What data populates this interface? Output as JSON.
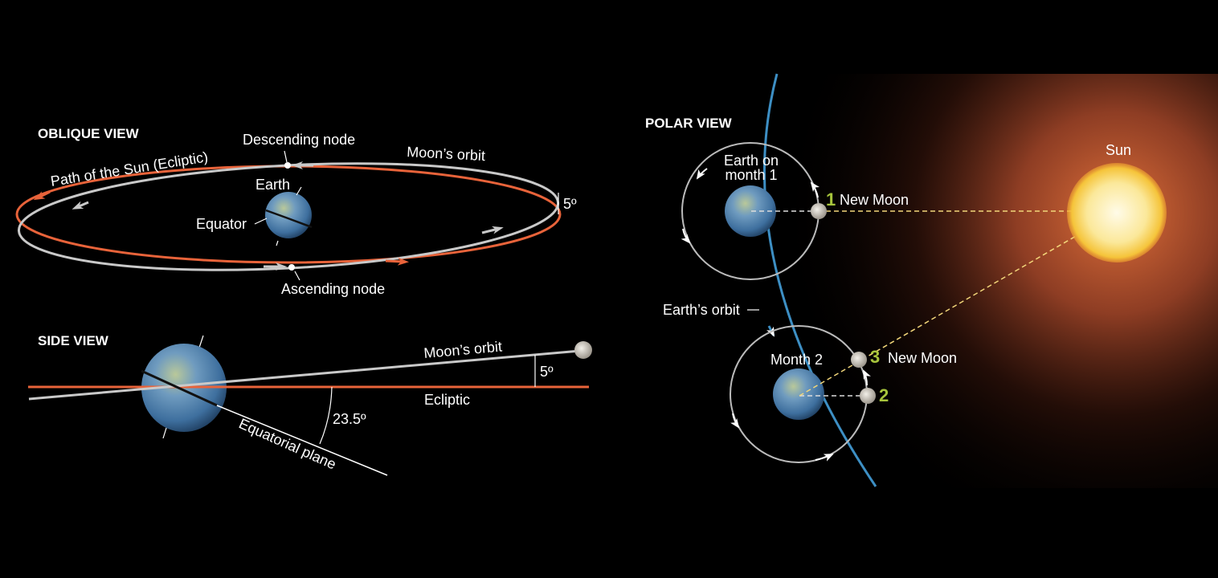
{
  "colors": {
    "background": "#000000",
    "ecliptic": "#e8633a",
    "moon_orbit": "#c9c9c9",
    "earth_orbit": "#3d8fc4",
    "number_accent": "#a7c43c",
    "sun_line": "#f2d67a"
  },
  "oblique_view": {
    "title": "OBLIQUE VIEW",
    "labels": {
      "descending_node": "Descending node",
      "moon_orbit": "Moon’s orbit",
      "path_of_sun": "Path of the Sun (Ecliptic)",
      "earth": "Earth",
      "equator": "Equator",
      "angle": "5º",
      "ascending_node": "Ascending node"
    }
  },
  "side_view": {
    "title": "SIDE VIEW",
    "labels": {
      "moon_orbit": "Moon’s orbit",
      "moon_angle": "5º",
      "ecliptic": "Ecliptic",
      "tilt_angle": "23.5º",
      "equatorial_plane": "Equatorial plane"
    }
  },
  "polar_view": {
    "title": "POLAR VIEW",
    "labels": {
      "earth_month1_line1": "Earth on",
      "earth_month1_line2": "month 1",
      "month2": "Month 2",
      "earth_orbit": "Earth’s orbit",
      "sun": "Sun"
    },
    "markers": [
      {
        "number": "1",
        "label": "New Moon"
      },
      {
        "number": "2",
        "label": ""
      },
      {
        "number": "3",
        "label": "New Moon"
      }
    ]
  }
}
